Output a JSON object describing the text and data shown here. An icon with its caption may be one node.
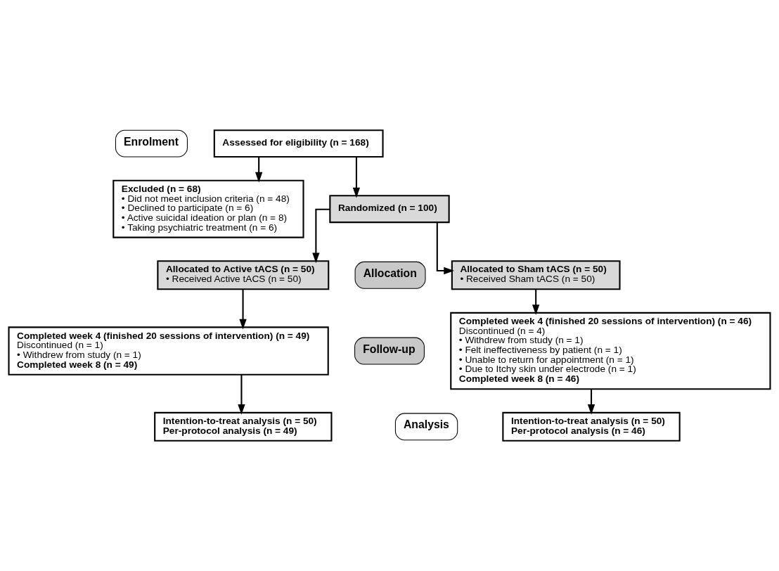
{
  "diagram": {
    "nodes": [
      {
        "text": [
          "Enrolment"
        ]
      },
      {
        "text": [
          "Assessed for eligibility (n = 168)"
        ]
      },
      {
        "text": [
          "Excluded (n = 68)",
          "• Did not meet inclusion criteria (n = 48)",
          "• Declined to participate (n = 6)",
          "• Active suicidal ideation or plan (n = 8)",
          "• Taking psychiatric treatment (n = 6)"
        ]
      },
      {
        "text": [
          "Randomized (n = 100)"
        ]
      },
      {
        "text": [
          "Allocated to Active tACS (n = 50)",
          "• Received Active tACS (n = 50)"
        ]
      },
      {
        "text": [
          "Allocation"
        ]
      },
      {
        "text": [
          "Allocated to Sham tACS (n = 50)",
          "• Received Sham tACS (n = 50)"
        ]
      },
      {
        "text": [
          "Completed week 4 (finished 20 sessions of intervention) (n = 49)",
          "Discontinued (n = 1)",
          "• Withdrew from study (n = 1)",
          "Completed week 8 (n = 49)"
        ]
      },
      {
        "text": [
          "Follow-up"
        ]
      },
      {
        "text": [
          "Completed week 4 (finished 20 sessions of intervention) (n = 46)",
          "Discontinued (n = 4)",
          "• Withdrew from study (n = 1)",
          "• Felt ineffectiveness by patient (n = 1)",
          "• Unable to return for appointment (n = 1)",
          "• Due to Itchy skin under electrode (n = 1)",
          "Completed week 8 (n = 46)"
        ]
      },
      {
        "text": [
          "Intention-to-treat analysis (n = 50)",
          "Per-protocol analysis (n = 49)"
        ]
      },
      {
        "text": [
          "Analysis"
        ]
      },
      {
        "text": [
          "Intention-to-treat analysis (n = 50)",
          "Per-protocol analysis (n = 46)"
        ]
      }
    ],
    "edges": [
      {
        "from": 1,
        "to": 3,
        "arrow": "to"
      },
      {
        "from": 1,
        "to": 2,
        "arrow": "to"
      },
      {
        "from": 3,
        "to": 4,
        "arrow": "to"
      },
      {
        "from": 3,
        "to": 6,
        "arrow": "to"
      },
      {
        "from": 4,
        "to": 7,
        "arrow": "to"
      },
      {
        "from": 6,
        "to": 9,
        "arrow": "to"
      },
      {
        "from": 7,
        "to": 10,
        "arrow": "to"
      },
      {
        "from": 9,
        "to": 12,
        "arrow": "to"
      }
    ]
  }
}
